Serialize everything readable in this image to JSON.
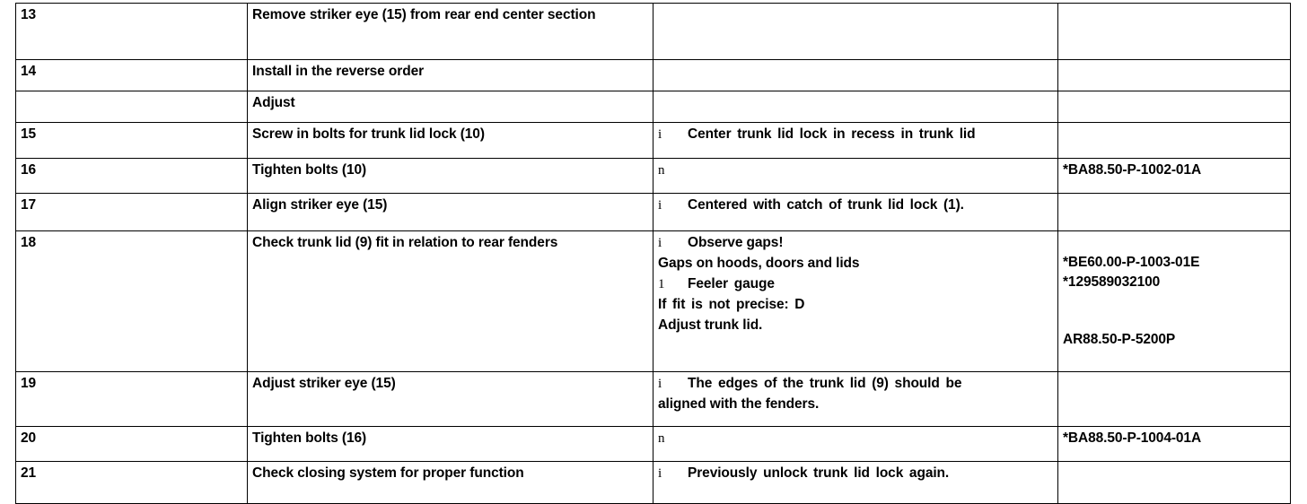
{
  "document": {
    "type": "service-procedure-table",
    "columns": [
      "step",
      "operation",
      "note",
      "reference"
    ],
    "symbols": {
      "info": "i",
      "torque": "n",
      "tool": "1",
      "arrow": "D"
    },
    "rows": [
      {
        "step": "13",
        "operation": "Remove striker eye (15) from rear end center section",
        "note_lines": [],
        "ref_lines": [],
        "rule": "normal"
      },
      {
        "step": "14",
        "operation": "Install in the reverse order",
        "note_lines": [],
        "ref_lines": [],
        "rule": "normal"
      },
      {
        "step": "",
        "operation": "Adjust",
        "note_lines": [],
        "ref_lines": [],
        "rule": "normal"
      },
      {
        "step": "15",
        "operation": "Screw in bolts for trunk lid lock (10)",
        "note_lines": [
          {
            "symbol": "i",
            "text": "Center trunk  lid  lock  in recess  in trunk  lid"
          }
        ],
        "ref_lines": [],
        "rule": "heavy"
      },
      {
        "step": "16",
        "operation": "Tighten bolts (10)",
        "note_lines": [
          {
            "symbol": "n",
            "text": ""
          }
        ],
        "ref_lines": [
          "*BA88.50-P-1002-01A"
        ],
        "rule": "heavy"
      },
      {
        "step": "17",
        "operation": "Align striker eye (15)",
        "note_lines": [
          {
            "symbol": "i",
            "text": "Centered with  catch  of trunk lid  lock  (1)."
          }
        ],
        "ref_lines": [],
        "rule": "normal"
      },
      {
        "step": "18",
        "operation": "Check trunk lid (9) fit in relation to rear fenders",
        "note_lines": [
          {
            "symbol": "i",
            "text": "Observe gaps!"
          },
          {
            "symbol": "",
            "text": "Gaps on hoods, doors and lids"
          },
          {
            "symbol": "1",
            "text": "Feeler  gauge"
          },
          {
            "symbol": "",
            "text": "If fit is  not precise:  D"
          },
          {
            "symbol": "",
            "text": "Adjust trunk lid."
          }
        ],
        "ref_lines": [
          "*BE60.00-P-1003-01E",
          "*129589032100",
          "",
          "AR88.50-P-5200P"
        ],
        "rule": "heavy"
      },
      {
        "step": "19",
        "operation": "Adjust striker eye (15)",
        "note_lines": [
          {
            "symbol": "i",
            "text": "The edges  of the  trunk  lid  (9) should  be"
          },
          {
            "symbol": "",
            "text": "aligned with the fenders."
          }
        ],
        "ref_lines": [],
        "rule": "heavy"
      },
      {
        "step": "20",
        "operation": "Tighten bolts (16)",
        "note_lines": [
          {
            "symbol": "n",
            "text": ""
          }
        ],
        "ref_lines": [
          "*BA88.50-P-1004-01A"
        ],
        "rule": "normal"
      },
      {
        "step": "21",
        "operation": "Check closing system for proper function",
        "note_lines": [
          {
            "symbol": "i",
            "text": "Previously  unlock  trunk lid  lock  again."
          }
        ],
        "ref_lines": [],
        "rule": "normal"
      }
    ]
  }
}
